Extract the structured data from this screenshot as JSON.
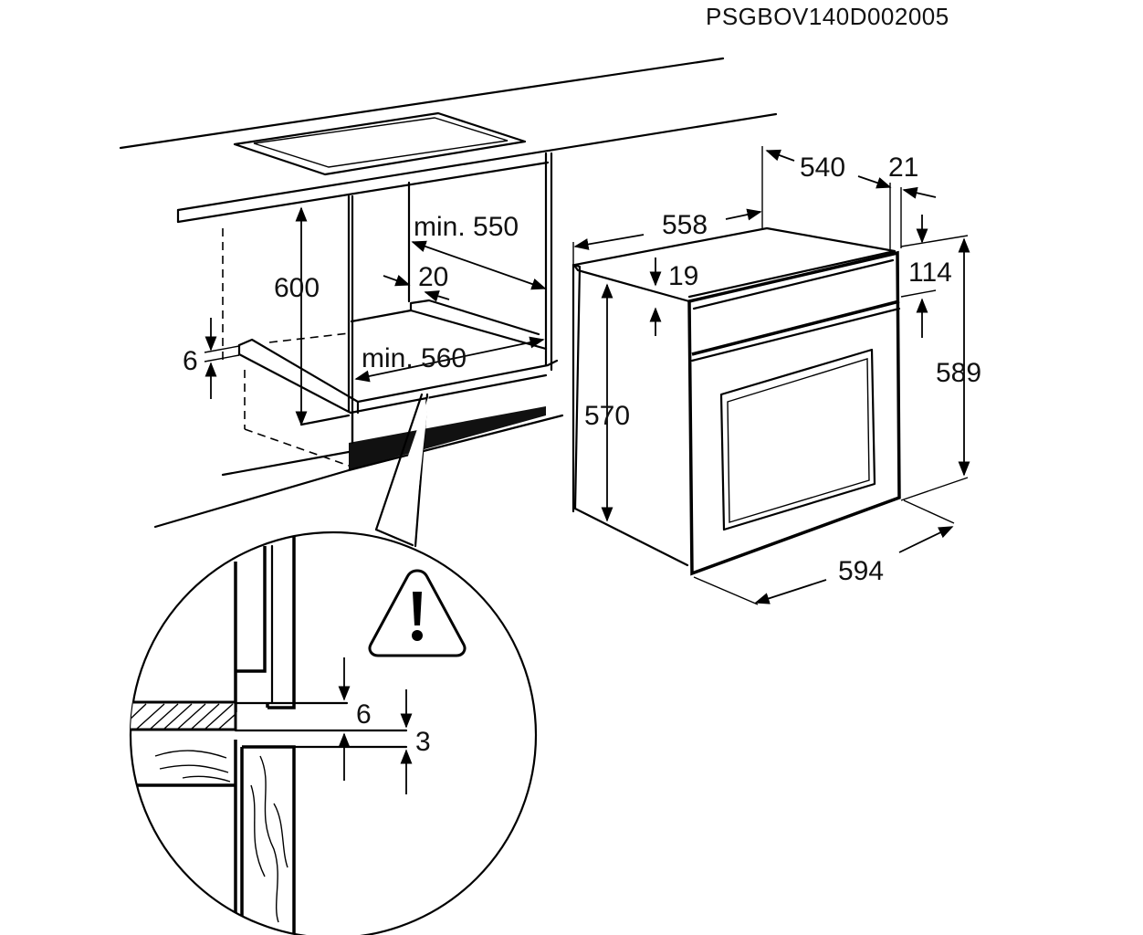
{
  "drawing_code": "PSGBOV140D002005",
  "dimensions": {
    "cabinet_height": "600",
    "cabinet_depth_min": "min. 550",
    "rear_gap": "20",
    "cabinet_width_min": "min. 560",
    "side_gap": "6",
    "oven_depth": "540",
    "front_depth": "21",
    "body_width": "558",
    "top_offset": "19",
    "front_top_height": "114",
    "body_height": "570",
    "front_height": "589",
    "front_width": "594"
  },
  "detail": {
    "gap_upper": "6",
    "gap_lower": "3"
  },
  "warning_icon": "warning-triangle-icon"
}
